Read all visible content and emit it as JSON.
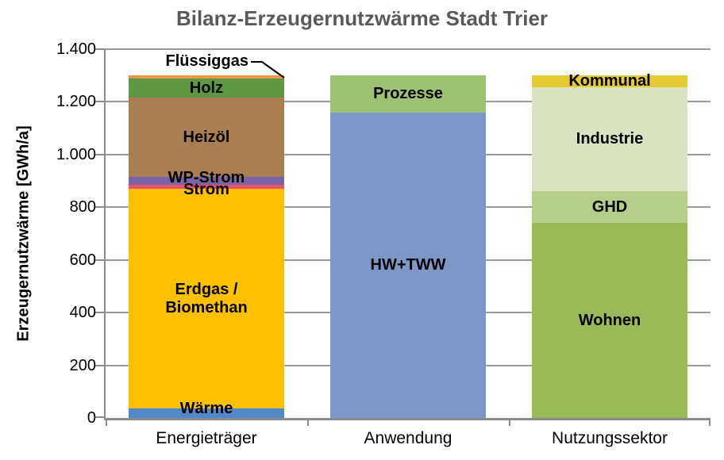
{
  "chart_data": {
    "type": "bar",
    "stacked": true,
    "title": "Bilanz-Erzeugernutzwärme Stadt Trier",
    "ylabel": "Erzeugernutzwärme [GWh/a]",
    "unit": "GWh/a",
    "ylim": [
      0,
      1400
    ],
    "ytick_step": 200,
    "yticks": [
      "0",
      "200",
      "400",
      "600",
      "800",
      "1.000",
      "1.200",
      "1.400"
    ],
    "grid": true,
    "legend": "none (labels inside segments)",
    "categories": [
      "Energieträger",
      "Anwendung",
      "Nutzungssektor"
    ],
    "bars": [
      {
        "category": "Energieträger",
        "total": 1300,
        "segments": [
          {
            "label": "Wärme",
            "value": 35,
            "color": "#528AC9"
          },
          {
            "label": "Erdgas /\nBiomethan",
            "value": 835,
            "color": "#FFC000"
          },
          {
            "label": "Strom",
            "value": 15,
            "color": "#E8536B"
          },
          {
            "label": "WP-Strom",
            "value": 30,
            "color": "#7B64A5"
          },
          {
            "label": "Heizöl",
            "value": 300,
            "color": "#AB7D52"
          },
          {
            "label": "Holz",
            "value": 75,
            "color": "#5F9843"
          },
          {
            "label": "Flüssiggas",
            "value": 10,
            "color": "#F0964B",
            "label_style": "callout"
          }
        ]
      },
      {
        "category": "Anwendung",
        "total": 1300,
        "segments": [
          {
            "label": "HW+TWW",
            "value": 1160,
            "color": "#7D97C8"
          },
          {
            "label": "Prozesse",
            "value": 140,
            "color": "#9EC073"
          }
        ]
      },
      {
        "category": "Nutzungssektor",
        "total": 1300,
        "segments": [
          {
            "label": "Wohnen",
            "value": 740,
            "color": "#9ABA59"
          },
          {
            "label": "GHD",
            "value": 120,
            "color": "#B6CE8C"
          },
          {
            "label": "Industrie",
            "value": 395,
            "color": "#D9E3C1"
          },
          {
            "label": "Kommunal",
            "value": 45,
            "color": "#E5C935"
          }
        ]
      }
    ],
    "colors": {
      "title": "#595959",
      "axis": "#8C8C8C",
      "gridline": "#9A9A9A",
      "label_text": "#000000",
      "callout_line": "#000000",
      "background": "#FFFFFF"
    }
  }
}
